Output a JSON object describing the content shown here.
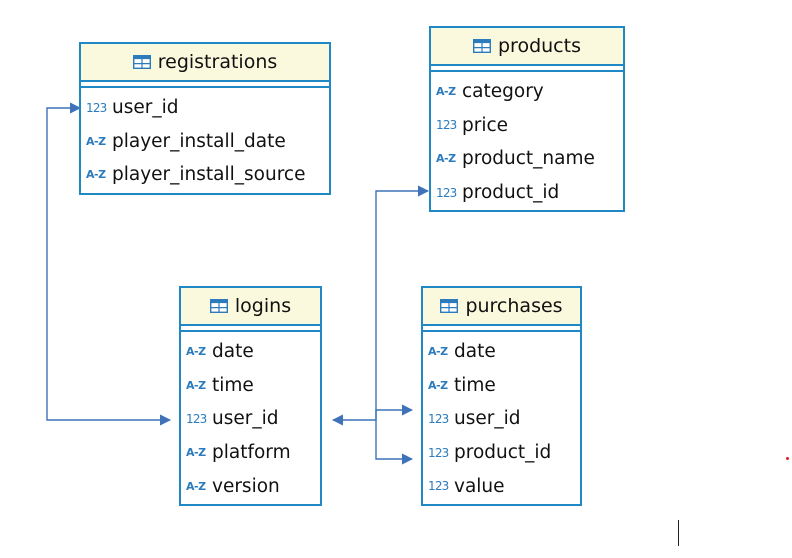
{
  "entities": {
    "registrations": {
      "name": "registrations",
      "columns": [
        {
          "type": "123",
          "name": "user_id"
        },
        {
          "type": "A-Z",
          "name": "player_install_date"
        },
        {
          "type": "A-Z",
          "name": "player_install_source"
        }
      ]
    },
    "products": {
      "name": "products",
      "columns": [
        {
          "type": "A-Z",
          "name": "category"
        },
        {
          "type": "123",
          "name": "price"
        },
        {
          "type": "A-Z",
          "name": "product_name"
        },
        {
          "type": "123",
          "name": "product_id"
        }
      ]
    },
    "logins": {
      "name": "logins",
      "columns": [
        {
          "type": "A-Z",
          "name": "date"
        },
        {
          "type": "A-Z",
          "name": "time"
        },
        {
          "type": "123",
          "name": "user_id"
        },
        {
          "type": "A-Z",
          "name": "platform"
        },
        {
          "type": "A-Z",
          "name": "version"
        }
      ]
    },
    "purchases": {
      "name": "purchases",
      "columns": [
        {
          "type": "A-Z",
          "name": "date"
        },
        {
          "type": "A-Z",
          "name": "time"
        },
        {
          "type": "123",
          "name": "user_id"
        },
        {
          "type": "123",
          "name": "product_id"
        },
        {
          "type": "123",
          "name": "value"
        }
      ]
    }
  },
  "colors": {
    "border": "#1f88c5",
    "header_bg": "#fbf9dd",
    "type_icon": "#2b7bbd",
    "connector": "#3f72b9"
  },
  "icons": {
    "table": "table-grid-icon",
    "text_type": "text-type-icon",
    "numeric_type": "numeric-type-icon"
  }
}
